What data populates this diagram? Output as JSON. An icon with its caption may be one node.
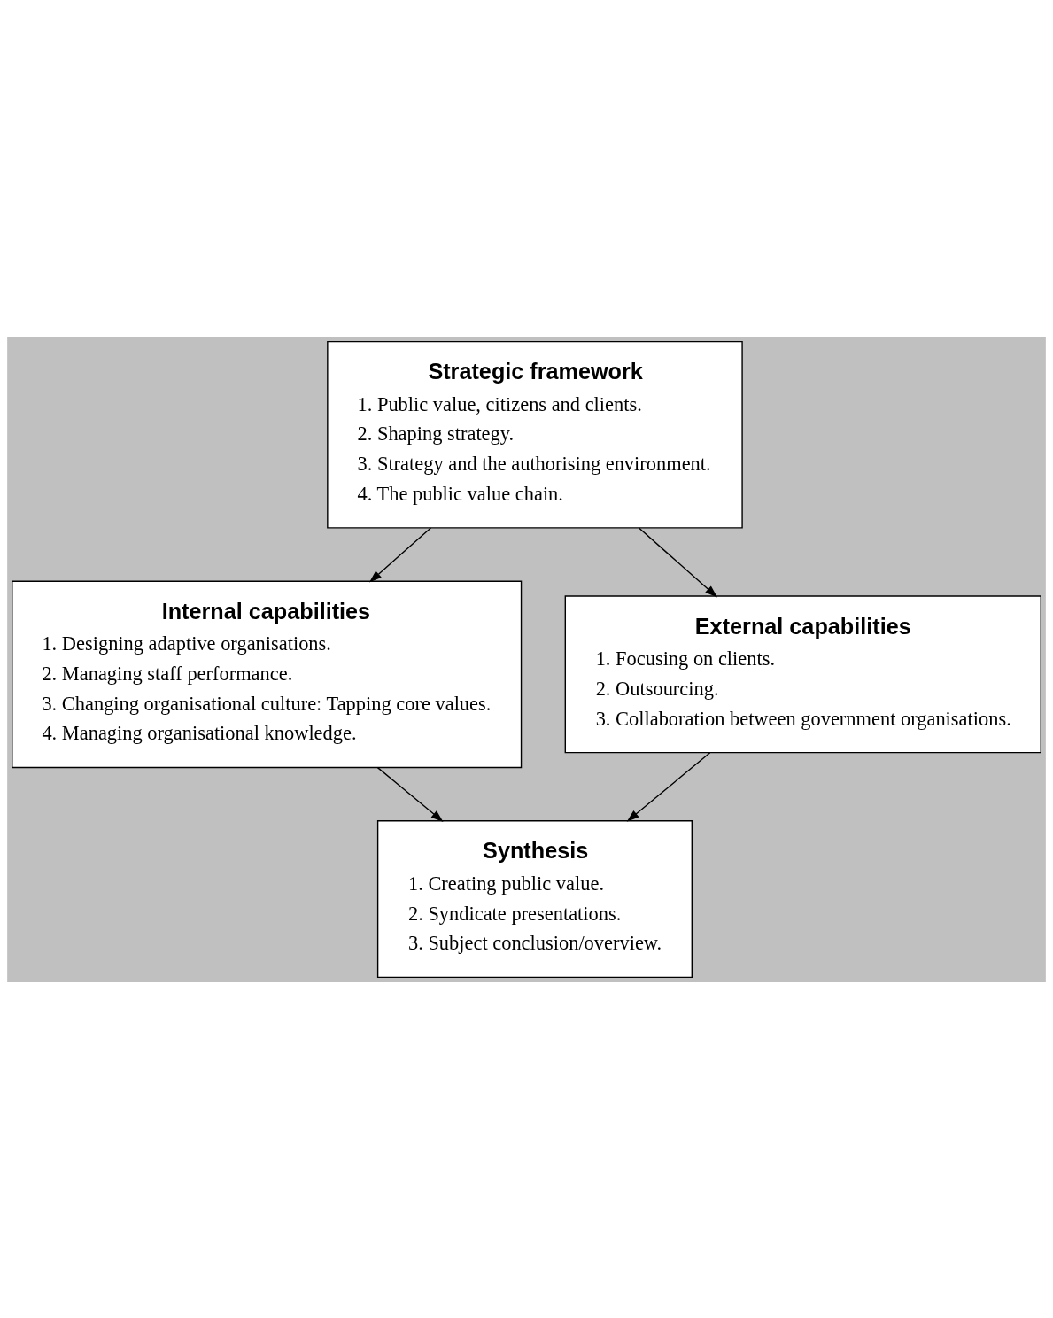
{
  "diagram": {
    "nodes": [
      {
        "text": [
          "Strategic framework",
          "1. Public value, citizens and clients.",
          "2. Shaping strategy.",
          "3. Strategy and the authorising environment.",
          "4. The public value chain."
        ]
      },
      {
        "text": [
          "Internal capabilities",
          "1. Designing adaptive organisations.",
          "2. Managing staff performance.",
          "3. Changing organisational culture: Tapping core values.",
          "4. Managing organisational knowledge."
        ]
      },
      {
        "text": [
          "External capabilities",
          "1. Focusing on clients.",
          "2. Outsourcing.",
          "3. Collaboration between government organisations."
        ]
      },
      {
        "text": [
          "Synthesis",
          "1. Creating public value.",
          "2. Syndicate presentations.",
          "3. Subject conclusion/overview."
        ]
      }
    ],
    "edges": [
      {
        "from": 0,
        "to": 1,
        "arrow": "to"
      },
      {
        "from": 0,
        "to": 2,
        "arrow": "to"
      },
      {
        "from": 1,
        "to": 3,
        "arrow": "to"
      },
      {
        "from": 2,
        "to": 3,
        "arrow": "to"
      }
    ]
  }
}
